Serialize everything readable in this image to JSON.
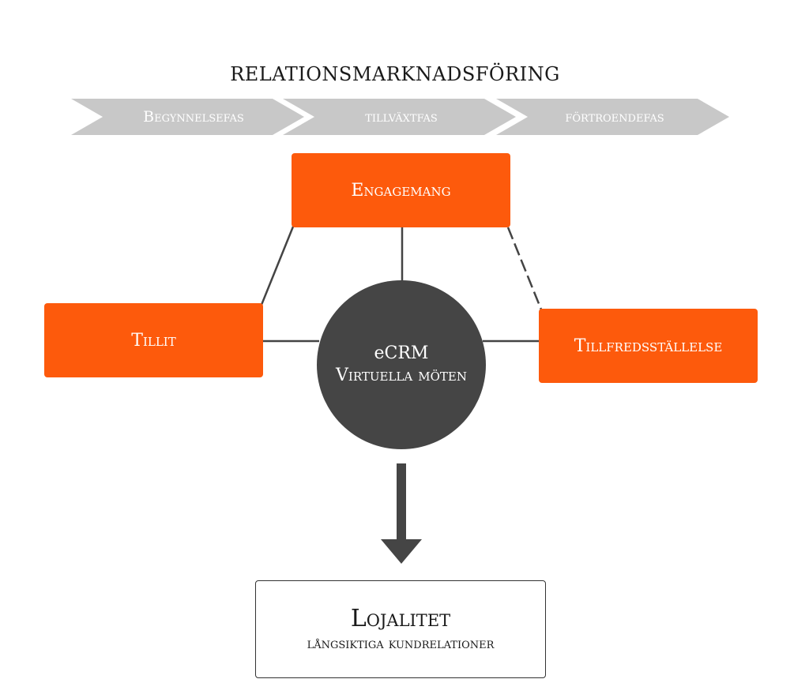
{
  "title": "RELATIONSMARKNADSFÖRING",
  "phases": [
    "Begynnelsefas",
    "tillväxtfas",
    "förtroendefas"
  ],
  "nodes": {
    "top": "Engagemang",
    "left": "Tillit",
    "right": "Tillfredsställelse"
  },
  "hub": {
    "line1": "eCRM",
    "line2": "Virtuella möten"
  },
  "outcome": {
    "title": "Lojalitet",
    "subtitle": "långsiktiga kundrelationer"
  },
  "colors": {
    "accent": "#fd5a0c",
    "hub": "#454545",
    "chevron": "#c8c8c8"
  }
}
